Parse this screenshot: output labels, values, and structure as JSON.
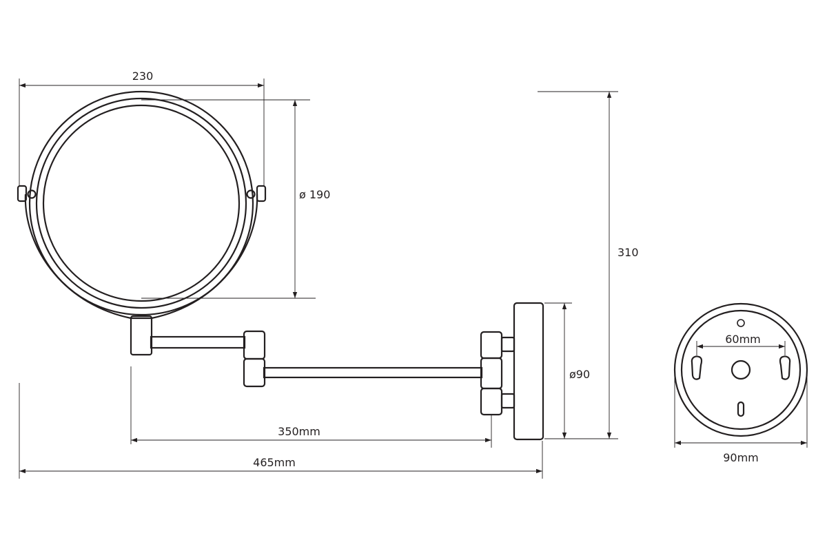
{
  "dimensions": {
    "mirror_width": "230",
    "mirror_diameter": "ø 190",
    "total_height": "310",
    "base_diameter": "ø90",
    "arm_length": "350mm",
    "total_length": "465mm",
    "hole_spacing": "60mm",
    "base_width": "90mm"
  }
}
